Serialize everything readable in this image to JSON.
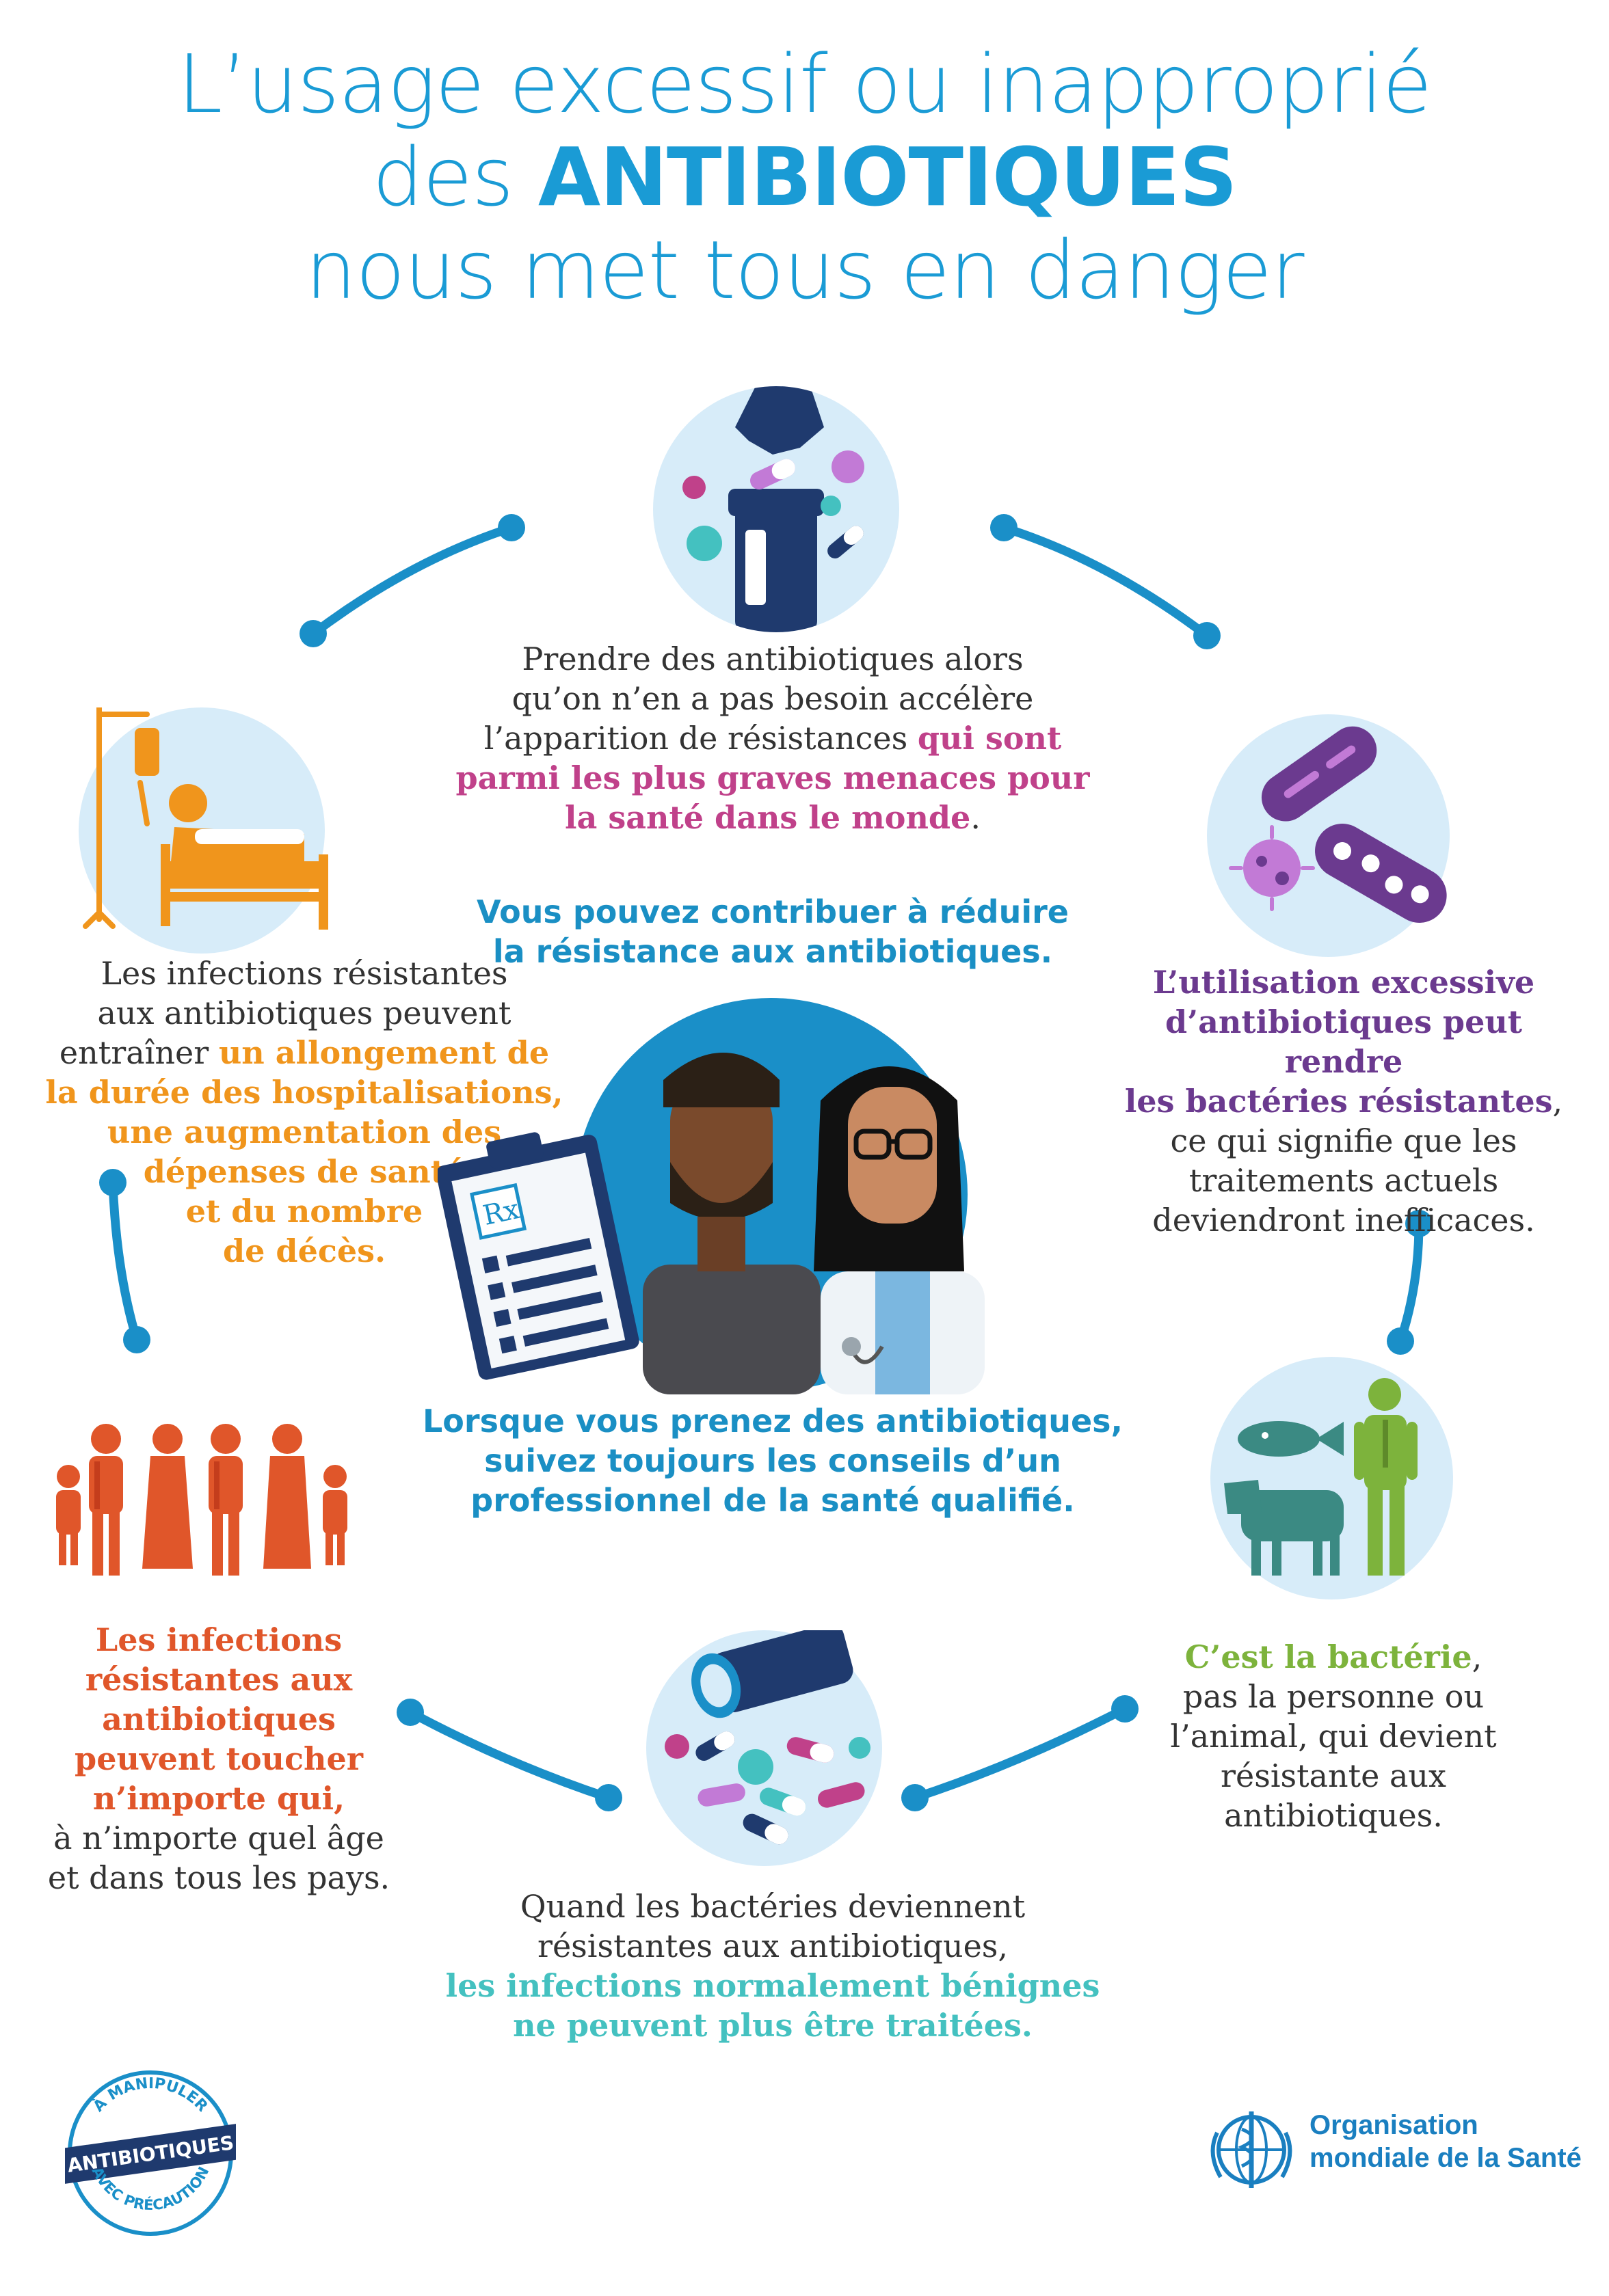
{
  "title": {
    "line1": "L’usage excessif ou inapproprié",
    "line2_pre": "des ",
    "line2_strong": "ANTIBIOTIQUES",
    "line3": "nous met tous en danger"
  },
  "colors": {
    "blue": "#1a9bd5",
    "pink": "#c0418a",
    "purple": "#6b3a8f",
    "orange": "#f0951c",
    "red_orange": "#e0562a",
    "green": "#7db33c",
    "teal": "#44c1c0"
  },
  "top": {
    "t1": "Prendre des antibiotiques alors",
    "t2": "qu’on n’en a pas besoin accélère",
    "t3": "l’apparition de résistances ",
    "t3_hl": "qui sont",
    "t4_hl": "parmi les plus graves menaces pour",
    "t5_hl": "la santé dans le monde",
    "t5_end": "."
  },
  "left_upper": {
    "t1": "Les infections résistantes",
    "t2": "aux antibiotiques peuvent",
    "t3": "entraîner ",
    "t3_hl": "un allongement de",
    "t4_hl": "la durée des hospitalisations,",
    "t5_hl": "une augmentation des",
    "t6_hl": "dépenses de santé",
    "t7_hl": "et du nombre",
    "t8_hl": "de décès."
  },
  "right_upper": {
    "t1_hl": "L’utilisation excessive",
    "t2_hl": "d’antibiotiques peut rendre",
    "t3_hl": "les bactéries résistantes",
    "t3_end": ",",
    "t4": "ce qui signifie que les",
    "t5": "traitements actuels",
    "t6": "deviendront inefficaces."
  },
  "center": {
    "top1": "Vous pouvez contribuer à réduire",
    "top2": "la résistance aux antibiotiques.",
    "bottom1": "Lorsque vous prenez des antibiotiques,",
    "bottom2": "suivez toujours les conseils d’un",
    "bottom3": "professionnel de la santé qualifié.",
    "rx": "Rx"
  },
  "left_lower": {
    "t1_hl": "Les infections",
    "t2_hl": "résistantes aux",
    "t3_hl": "antibiotiques",
    "t4_hl": "peuvent toucher",
    "t5_hl": "n’importe qui,",
    "t6": "à n’importe quel âge",
    "t7": "et dans tous les pays."
  },
  "right_lower": {
    "t1_hl": "C’est la bactérie",
    "t1_end": ",",
    "t2": "pas la personne ou",
    "t3": "l’animal, qui devient",
    "t4": "résistante aux",
    "t5": "antibiotiques."
  },
  "bottom": {
    "t1": "Quand les bactéries deviennent",
    "t2": "résistantes aux antibiotiques,",
    "t3_hl": "les infections normalement bénignes",
    "t4_hl": "ne peuvent plus être traitées."
  },
  "badge": {
    "top": "À MANIPULER",
    "middle": "ANTIBIOTIQUES",
    "bottom": "AVEC PRÉCAUTION"
  },
  "who": {
    "line1": "Organisation",
    "line2": "mondiale de la Santé"
  }
}
